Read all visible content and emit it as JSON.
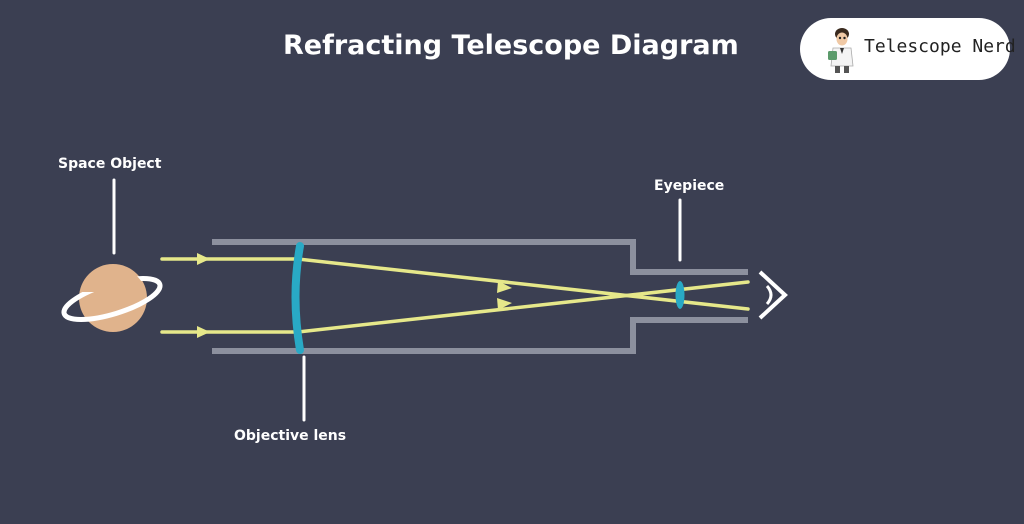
{
  "title": "Refracting Telescope Diagram",
  "logo": {
    "text": "Telescope Nerd"
  },
  "labels": {
    "space_object": "Space Object",
    "objective_lens": "Objective lens",
    "eyepiece": "Eyepiece"
  },
  "colors": {
    "background": "#3b3f52",
    "tube": "#8c909e",
    "lens": "#29a9c5",
    "light_ray": "#e6e88a",
    "planet": "#e0b38c",
    "ring": "#ffffff",
    "text": "#ffffff"
  }
}
